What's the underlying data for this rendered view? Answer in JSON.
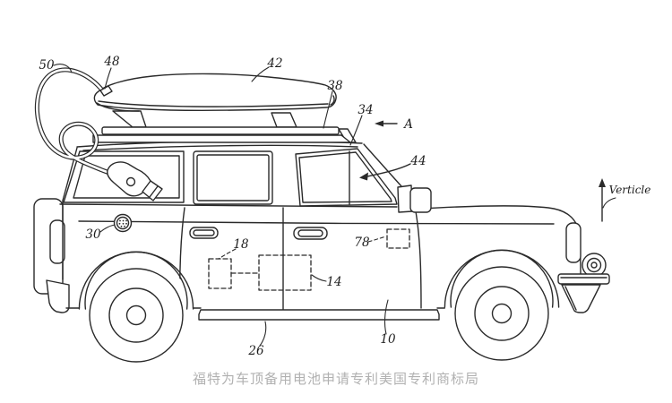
{
  "figure": {
    "kind": "patent-line-drawing",
    "subject": "SUV side view with rooftop backup-battery cargo box and coiled charging cable",
    "labels": [
      {
        "id": "50",
        "name": "charging-cable"
      },
      {
        "id": "48",
        "name": "cable-attachment"
      },
      {
        "id": "42",
        "name": "rooftop-cargo-box"
      },
      {
        "id": "38",
        "name": "mounting-platform"
      },
      {
        "id": "34",
        "name": "roof-rack"
      },
      {
        "id": "A",
        "name": "direction-arrow-a"
      },
      {
        "id": "44",
        "name": "roof-region"
      },
      {
        "id": "Verticle",
        "name": "vertical-axis"
      },
      {
        "id": "30",
        "name": "charge-port"
      },
      {
        "id": "18",
        "name": "component-box-18"
      },
      {
        "id": "78",
        "name": "component-box-78"
      },
      {
        "id": "14",
        "name": "component-box-14"
      },
      {
        "id": "26",
        "name": "rocker-step"
      },
      {
        "id": "10",
        "name": "vehicle-body"
      }
    ]
  },
  "caption": {
    "text": "福特为车顶备用电池申请专利美国专利商标局"
  },
  "colors": {
    "background": "#ffffff",
    "line": "#2a2a2a",
    "caption_text": "#b1b1b1"
  }
}
